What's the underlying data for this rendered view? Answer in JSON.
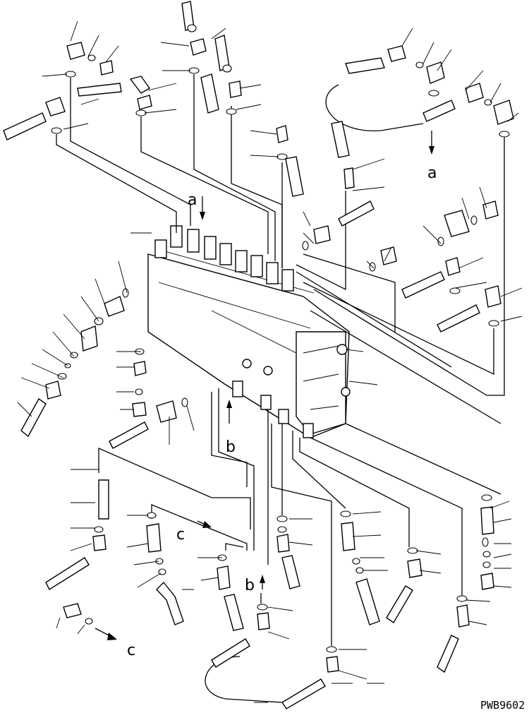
{
  "diagram": {
    "drawing_code": "PWB9602",
    "view_markers": [
      {
        "id": "a-top",
        "text": "a"
      },
      {
        "id": "a-right",
        "text": "a"
      },
      {
        "id": "b-mid",
        "text": "b"
      },
      {
        "id": "b-low",
        "text": "b"
      },
      {
        "id": "c-mid",
        "text": "c"
      },
      {
        "id": "c-low",
        "text": "c"
      }
    ]
  }
}
